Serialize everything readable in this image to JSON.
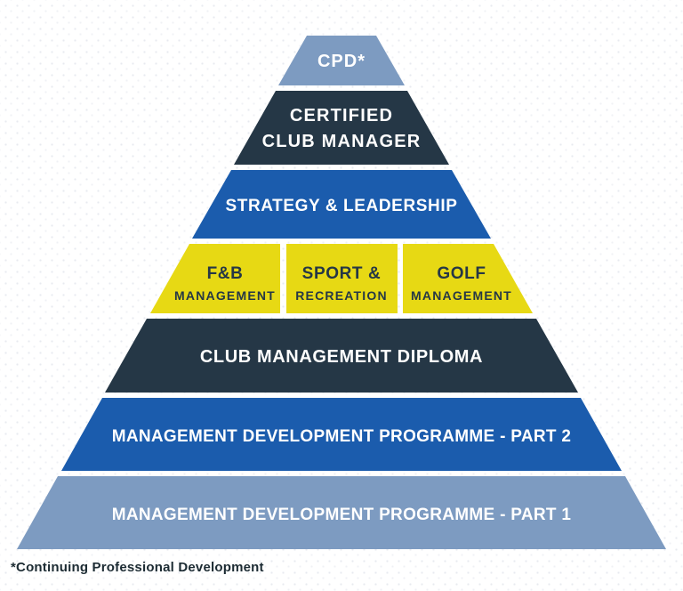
{
  "colors": {
    "background": "#ffffff",
    "steel_blue": "#7d9bc1",
    "navy": "#253746",
    "blue": "#1b5cad",
    "yellow": "#e7d914",
    "white": "#ffffff",
    "footnote_text": "#1c2b33"
  },
  "pyramid": {
    "levels": [
      {
        "id": "cpd",
        "label": "CPD*"
      },
      {
        "id": "certified-club-manager",
        "lines": [
          "CERTIFIED",
          "CLUB MANAGER"
        ]
      },
      {
        "id": "strategy-leadership",
        "label": "STRATEGY & LEADERSHIP"
      },
      {
        "id": "specialist-diplomas",
        "segments": [
          {
            "id": "fb-management",
            "lines": [
              "F&B",
              "MANAGEMENT"
            ]
          },
          {
            "id": "sport-recreation",
            "lines": [
              "SPORT &",
              "RECREATION"
            ]
          },
          {
            "id": "golf-management",
            "lines": [
              "GOLF",
              "MANAGEMENT"
            ]
          }
        ]
      },
      {
        "id": "club-management-diploma",
        "label": "CLUB MANAGEMENT DIPLOMA"
      },
      {
        "id": "mdp-part-2",
        "label": "MANAGEMENT DEVELOPMENT PROGRAMME - PART 2"
      },
      {
        "id": "mdp-part-1",
        "label": "MANAGEMENT DEVELOPMENT PROGRAMME - PART 1"
      }
    ]
  },
  "footnote": "*Continuing Professional Development"
}
